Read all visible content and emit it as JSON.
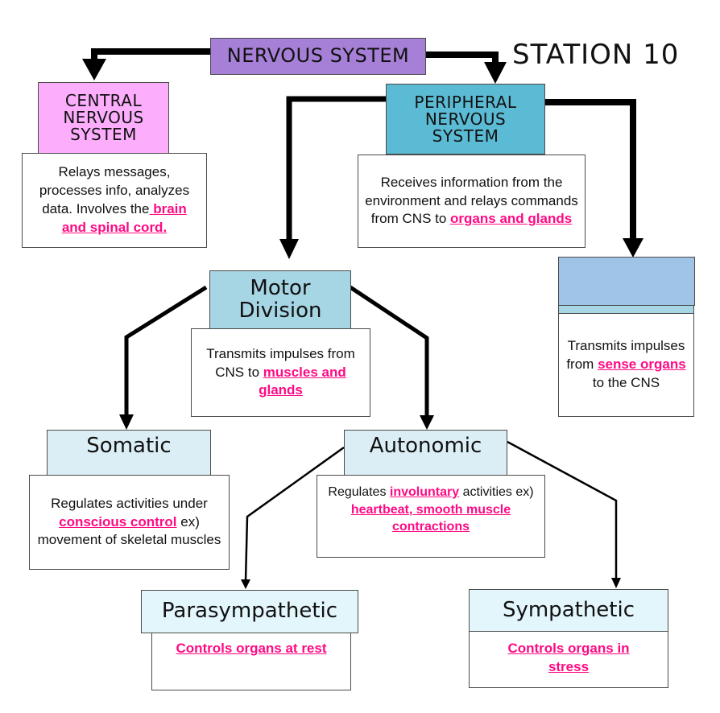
{
  "station_label": "STATION 10",
  "colors": {
    "nervous_system": "#a680d6",
    "central": "#fcaefc",
    "peripheral": "#5bbad4",
    "motor": "#a6d6e4",
    "sensory_top": "#a0c4e8",
    "sensory_strip": "#a6d6e4",
    "somatic": "#dceef5",
    "autonomic": "#dceef5",
    "parasympathetic": "#e3f6fc",
    "sympathetic": "#e3f6fc",
    "highlight": "#ff0a84"
  },
  "nodes": {
    "nervous_system": {
      "title": "NERVOUS SYSTEM"
    },
    "central": {
      "title_lines": [
        "CENTRAL",
        "NERVOUS",
        "SYSTEM"
      ],
      "desc": {
        "plain": "Relays messages, processes info, analyzes data. Involves the",
        "highlight": " brain and  spinal cord."
      }
    },
    "peripheral": {
      "title_lines": [
        "PERIPHERAL",
        "NERVOUS",
        "SYSTEM"
      ],
      "desc": {
        "plain": "Receives information from the environment and relays commands from CNS to ",
        "highlight": "organs and glands"
      }
    },
    "motor": {
      "title_lines": [
        "Motor",
        "Division"
      ],
      "desc": {
        "plain": "Transmits impulses from CNS to ",
        "highlight": "muscles and  glands"
      }
    },
    "sensory": {
      "title": "",
      "desc": {
        "plain1": "Transmits impulses from ",
        "highlight": "sense organs ",
        "plain2": "to the CNS"
      }
    },
    "somatic": {
      "title": "Somatic",
      "desc": {
        "plain1": "Regulates activities under ",
        "highlight": "conscious control",
        "plain2": " ex) movement of skeletal muscles"
      }
    },
    "autonomic": {
      "title": "Autonomic",
      "desc": {
        "plain1": "Regulates ",
        "highlight1": "involuntary",
        "plain2": " activities ex) ",
        "highlight2": "heartbeat, smooth muscle contractions"
      }
    },
    "parasympathetic": {
      "title": "Parasympathetic",
      "desc": {
        "highlight": "Controls organs at rest"
      }
    },
    "sympathetic": {
      "title": "Sympathetic",
      "desc": {
        "highlight": "Controls organs in stress"
      }
    }
  }
}
